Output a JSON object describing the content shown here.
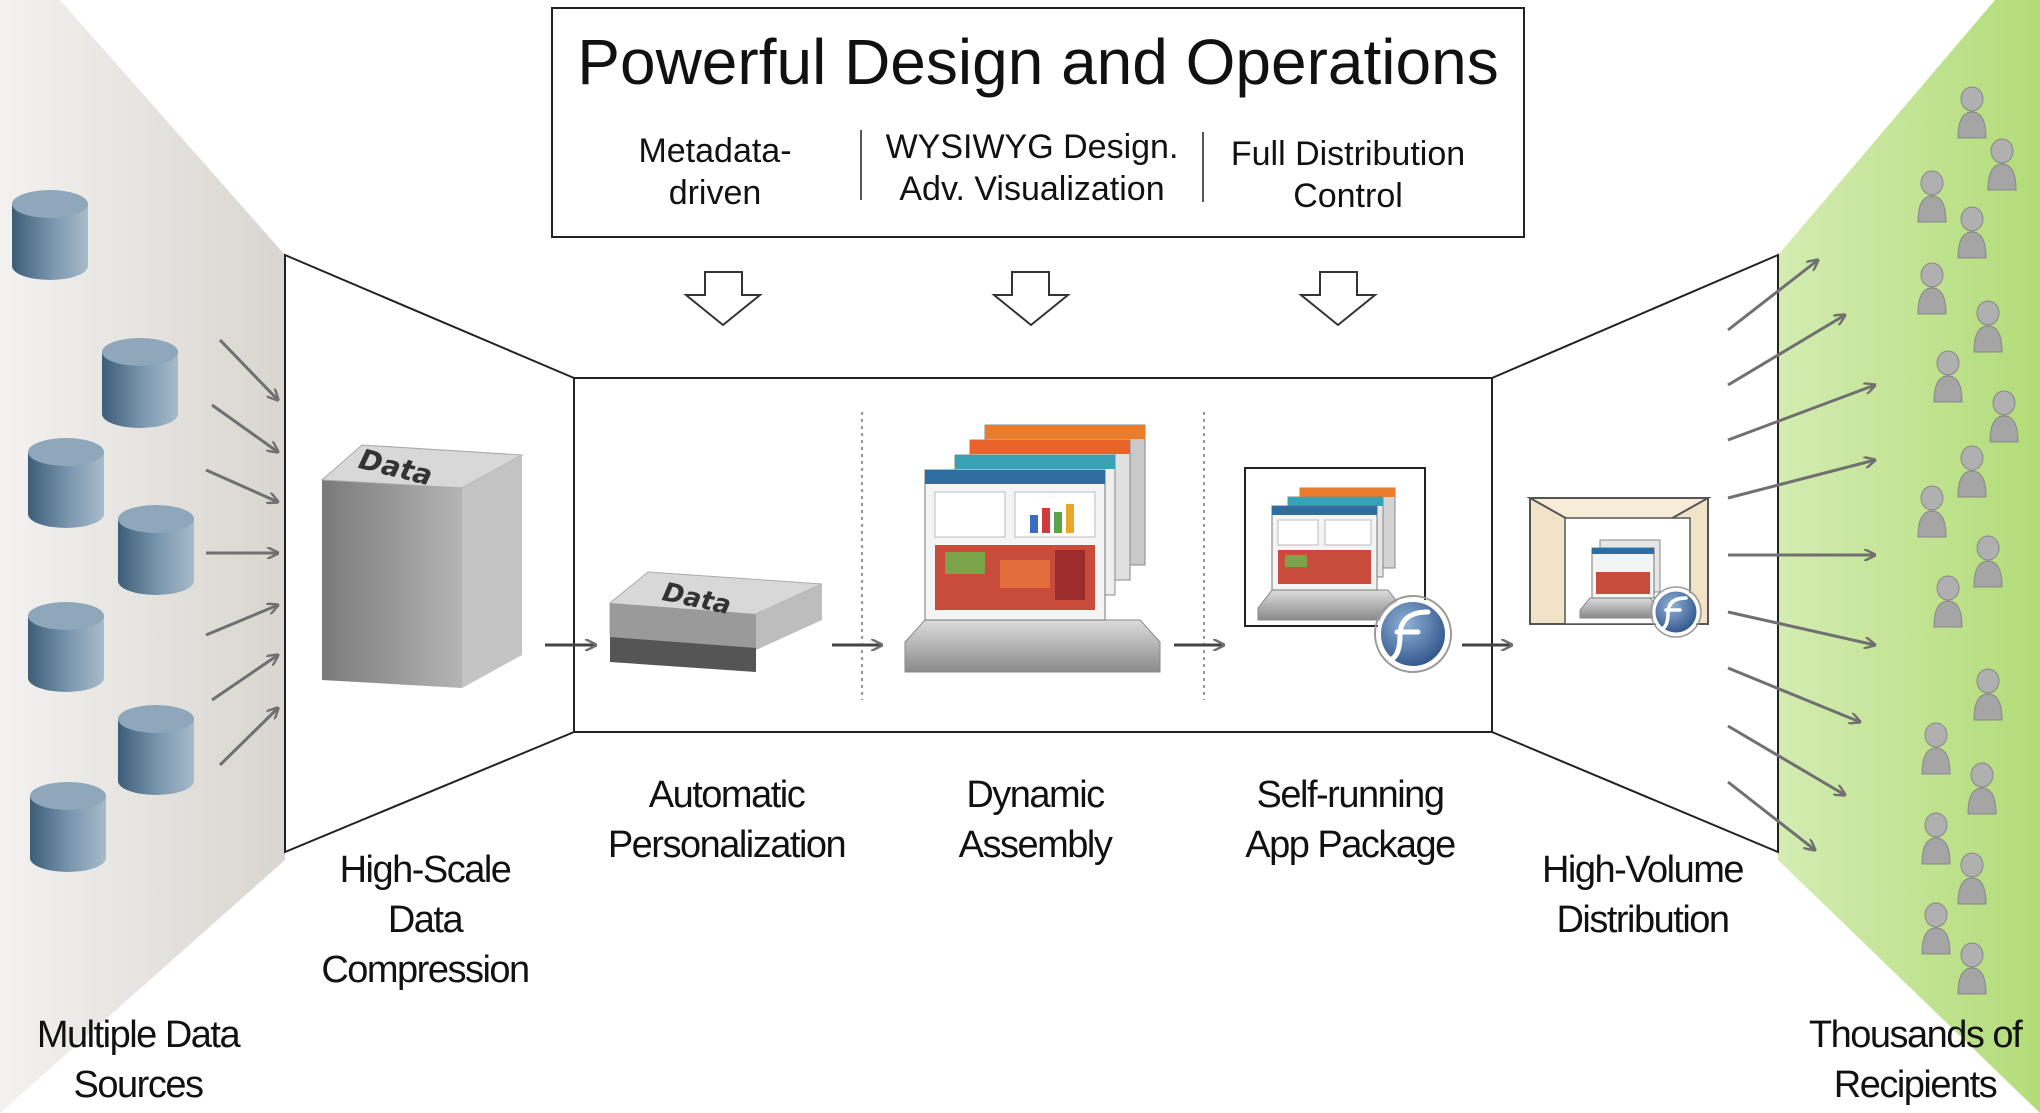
{
  "header": {
    "title": "Powerful Design and Operations",
    "features": [
      "Metadata-\ndriven",
      "WYSIWYG Design.\nAdv. Visualization",
      "Full Distribution\nControl"
    ]
  },
  "stages": {
    "sources": "Multiple Data\nSources",
    "compression": "High-Scale\nData\nCompression",
    "personalization": "Automatic\nPersonalization",
    "assembly": "Dynamic\nAssembly",
    "package": "Self-running\nApp Package",
    "distribution": "High-Volume\nDistribution",
    "recipients": "Thousands of\nRecipients"
  },
  "box_label": "Data",
  "colors": {
    "left_fade": "#d8d4cf",
    "right_fade": "#b5dc7c",
    "cylinder": "#4f6f8a",
    "arrow": "#707070",
    "person": "#a8a8a8"
  }
}
